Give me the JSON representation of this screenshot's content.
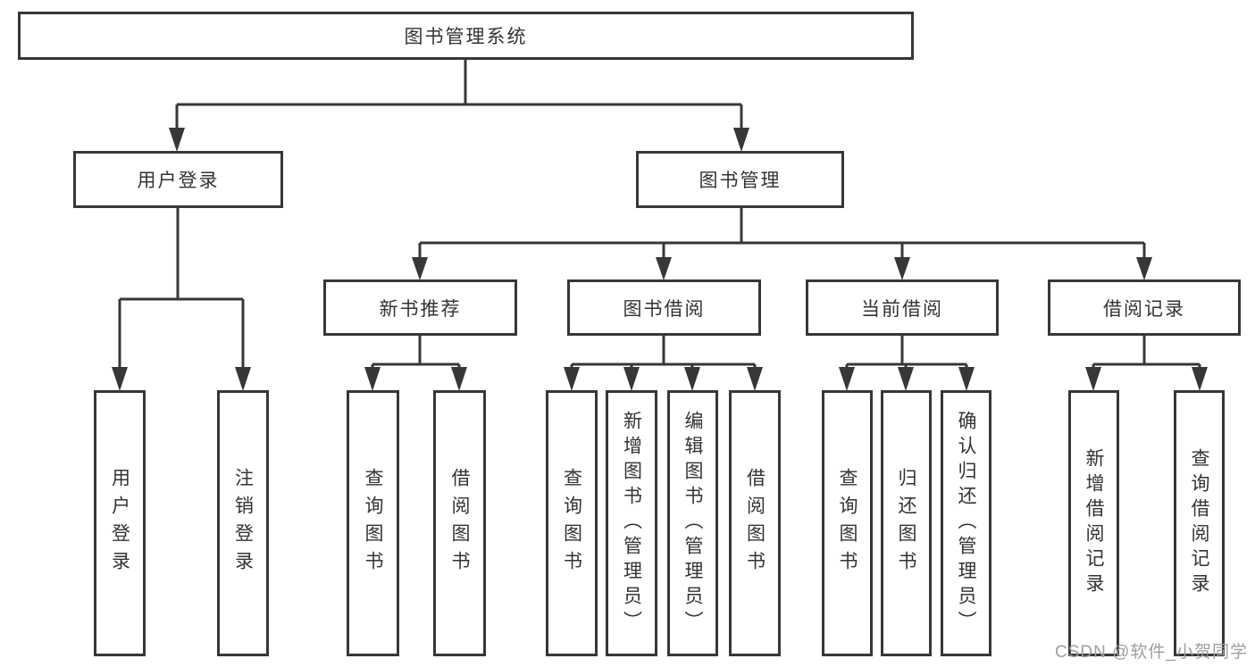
{
  "diagram": {
    "root": "图书管理系统",
    "level2": {
      "user_login": "用户登录",
      "book_management": "图书管理"
    },
    "level3": {
      "new_book_recommend": "新书推荐",
      "book_borrowing": "图书借阅",
      "current_borrowing": "当前借阅",
      "borrowing_records": "借阅记录"
    },
    "leaves": {
      "user_login": "用户登录",
      "logout": "注销登录",
      "rec_query_books": "查询图书",
      "rec_borrow_books": "借阅图书",
      "bor_query_books": "查询图书",
      "bor_add_books": "新增图书（管理员）",
      "bor_edit_books": "编辑图书（管理员）",
      "bor_borrow_books": "借阅图书",
      "cur_query_books": "查询图书",
      "cur_return_books": "归还图书",
      "cur_confirm_return": "确认归还（管理员）",
      "hist_add_record": "新增借阅记录",
      "hist_query_record": "查询借阅记录"
    }
  },
  "watermark": "CSDN @软件_小贺同学",
  "colors": {
    "line": "#373737",
    "text": "#333333",
    "background": "#ffffff",
    "watermark": "#9e9e9e"
  }
}
